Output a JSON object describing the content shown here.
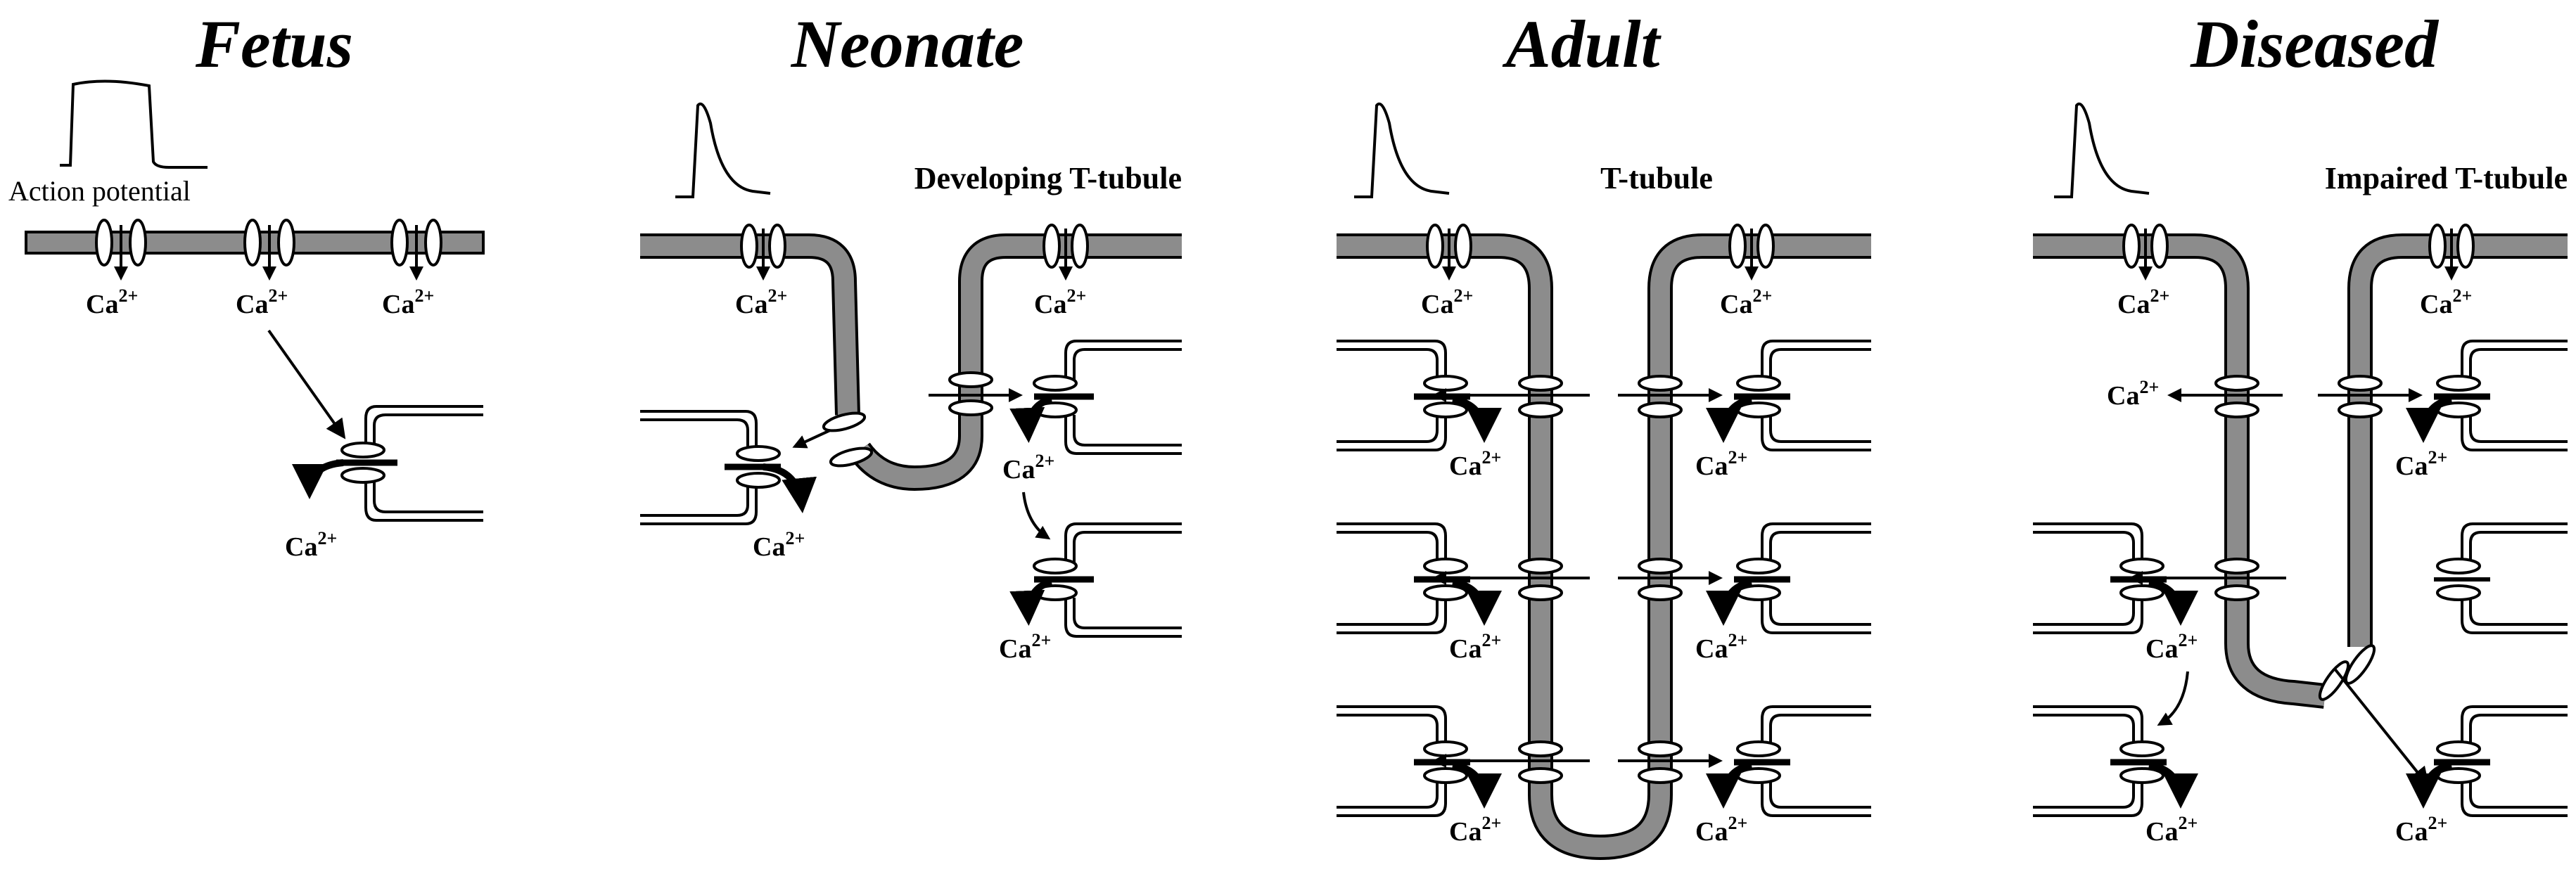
{
  "panels": {
    "fetus": {
      "title": "Fetus",
      "subtitle": ""
    },
    "neonate": {
      "title": "Neonate",
      "subtitle": "Developing T-tubule"
    },
    "adult": {
      "title": "Adult",
      "subtitle": "T-tubule"
    },
    "diseased": {
      "title": "Diseased",
      "subtitle": "Impaired T-tubule"
    }
  },
  "labels": {
    "action_potential": "Action potential",
    "ca_base": "Ca",
    "ca_charge": "2+"
  },
  "colors": {
    "membrane_fill": "#8c8c8c",
    "outline": "#000000",
    "background": "#ffffff"
  }
}
